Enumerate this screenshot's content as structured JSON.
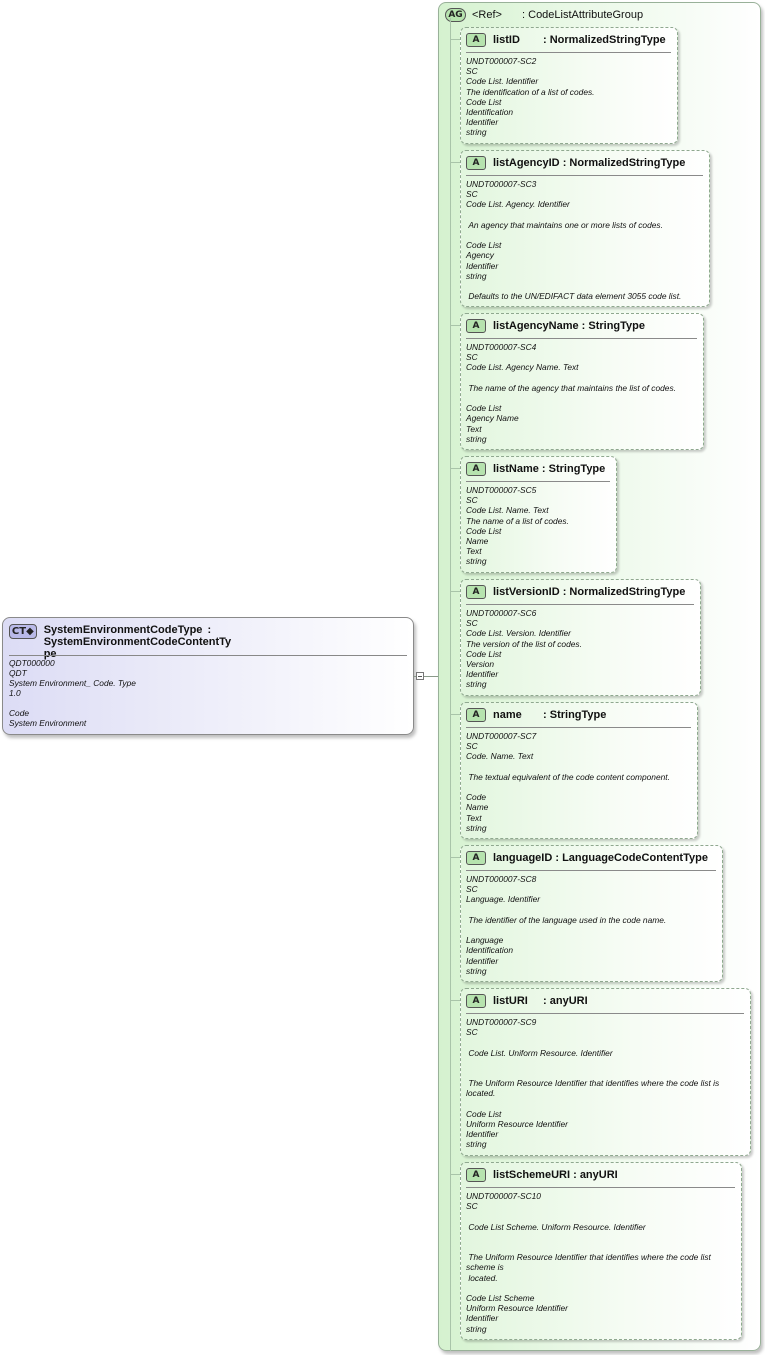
{
  "complex_type": {
    "badge": "CT",
    "name": "SystemEnvironmentCodeType",
    "type": "SystemEnvironmentCodeContentTy pe",
    "lines": [
      "QDT000000",
      "QDT",
      "System Environment_ Code. Type",
      "1.0",
      "",
      "Code",
      "System Environment"
    ]
  },
  "attribute_group": {
    "badge": "AG",
    "ref": "<Ref>",
    "name": "CodeListAttributeGroup"
  },
  "attributes": [
    {
      "badge": "A",
      "name": "listID",
      "type": "NormalizedStringType",
      "lines": [
        "UNDT000007-SC2",
        "SC",
        "Code List. Identifier",
        "The identification of a list of codes.",
        "Code List",
        "Identification",
        "Identifier",
        "string"
      ]
    },
    {
      "badge": "A",
      "name": "listAgencyID",
      "type": "NormalizedStringType",
      "lines": [
        "UNDT000007-SC3",
        "SC",
        "Code List. Agency. Identifier",
        "",
        " An agency that maintains one or more lists of codes.",
        "",
        "Code List",
        "Agency",
        "Identifier",
        "string",
        "",
        " Defaults to the UN/EDIFACT data element 3055 code list."
      ]
    },
    {
      "badge": "A",
      "name": "listAgencyName",
      "type": "StringType",
      "lines": [
        "UNDT000007-SC4",
        "SC",
        "Code List. Agency Name. Text",
        "",
        " The name of the agency that maintains the list of codes.",
        "",
        "Code List",
        "Agency Name",
        "Text",
        "string"
      ]
    },
    {
      "badge": "A",
      "name": "listName",
      "type": "StringType",
      "lines": [
        "UNDT000007-SC5",
        "SC",
        "Code List. Name. Text",
        "The name of a list of codes.",
        "Code List",
        "Name",
        "Text",
        "string"
      ]
    },
    {
      "badge": "A",
      "name": "listVersionID",
      "type": "NormalizedStringType",
      "lines": [
        "UNDT000007-SC6",
        "SC",
        "Code List. Version. Identifier",
        "The version of the list of codes.",
        "Code List",
        "Version",
        "Identifier",
        "string"
      ]
    },
    {
      "badge": "A",
      "name": "name",
      "type": "StringType",
      "lines": [
        "UNDT000007-SC7",
        "SC",
        "Code. Name. Text",
        "",
        " The textual equivalent of the code content component.",
        "",
        "Code",
        "Name",
        "Text",
        "string"
      ]
    },
    {
      "badge": "A",
      "name": "languageID",
      "type": "LanguageCodeContentType",
      "lines": [
        "UNDT000007-SC8",
        "SC",
        "Language. Identifier",
        "",
        " The identifier of the language used in the code name.",
        "",
        "Language",
        "Identification",
        "Identifier",
        "string"
      ]
    },
    {
      "badge": "A",
      "name": "listURI",
      "type": "anyURI",
      "lines": [
        "UNDT000007-SC9",
        "SC",
        "",
        " Code List. Uniform Resource. Identifier",
        "",
        "",
        " The Uniform Resource Identifier that identifies where the code list is",
        "located.",
        "",
        "Code List",
        "Uniform Resource Identifier",
        "Identifier",
        "string"
      ]
    },
    {
      "badge": "A",
      "name": "listSchemeURI",
      "type": "anyURI",
      "lines": [
        "UNDT000007-SC10",
        "SC",
        "",
        " Code List Scheme. Uniform Resource. Identifier",
        "",
        "",
        " The Uniform Resource Identifier that identifies where the code list",
        "scheme is",
        " located.",
        "",
        "Code List Scheme",
        "Uniform Resource Identifier",
        "Identifier",
        "string"
      ]
    }
  ]
}
